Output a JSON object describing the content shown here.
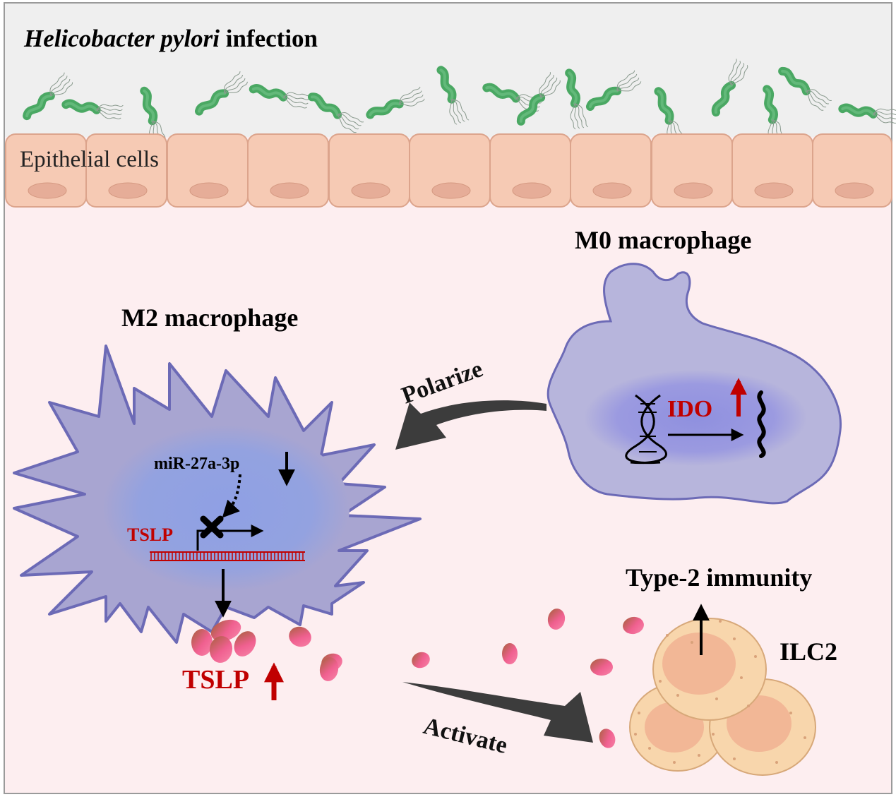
{
  "header": {
    "title_italic": "Helicobacter pylori",
    "title_rest": " infection"
  },
  "epithelium": {
    "label": "Epithelial cells"
  },
  "m0": {
    "title": "M0 macrophage",
    "gene": "IDO"
  },
  "m2": {
    "title": "M2 macrophage",
    "mirna": "miR-27a-3p",
    "gene_label": "TSLP",
    "output_label": "TSLP"
  },
  "arrows": {
    "polarize": "Polarize",
    "activate": "Activate"
  },
  "ilc2": {
    "label": "ILC2",
    "outcome": "Type-2 immunity"
  },
  "colors": {
    "lumen_bg": "#efefef",
    "tissue_bg": "#fdeef0",
    "epithelial_cell": "#f6cab4",
    "epithelial_border": "#dca48c",
    "nucleus": "#e6ad98",
    "bacteria": "#4aa863",
    "m0_body": "#b7b5dc",
    "m0_nucleus": "#9b9ae0",
    "m2_body": "#a8a5d1",
    "m2_nucleus": "#93a2e0",
    "macrophage_border": "#6c6ab6",
    "accent_red": "#c00000",
    "arrow_gray": "#3c3c3c",
    "tslp_particle": "#f06090",
    "ilc2_body": "#f8d6ac",
    "ilc2_nucleus": "#f2b796"
  }
}
